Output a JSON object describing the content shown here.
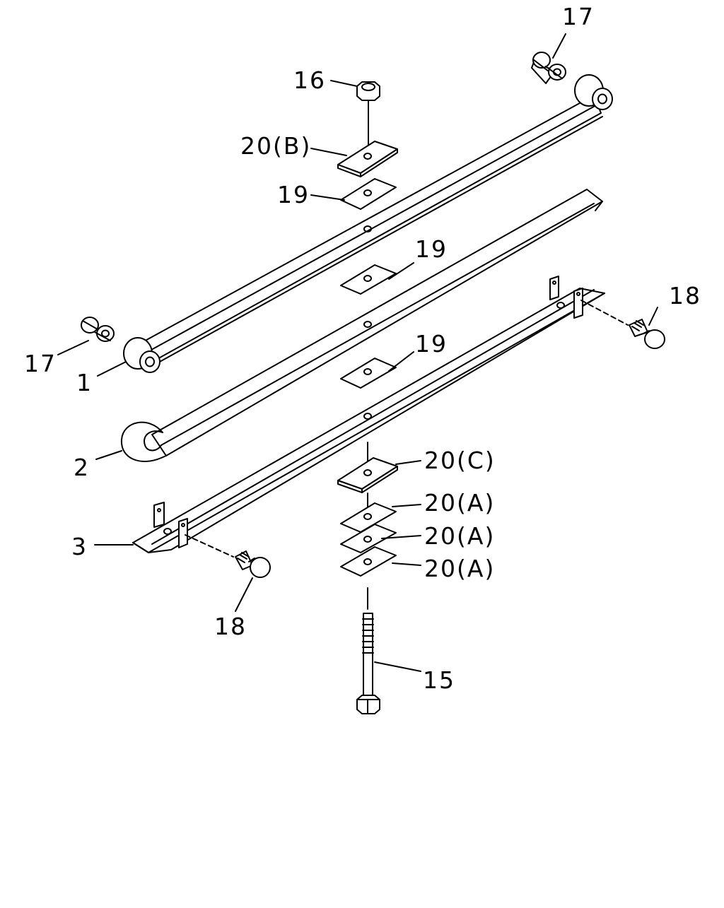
{
  "diagram": {
    "callouts": {
      "c17_top": "17",
      "c16": "16",
      "c20b": "20(B)",
      "c19_top": "19",
      "c19_mid": "19",
      "c18_right": "18",
      "c17_left": "17",
      "c1": "1",
      "c19_low": "19",
      "c2": "2",
      "c20c": "20(C)",
      "c20a_1": "20(A)",
      "c20a_2": "20(A)",
      "c20a_3": "20(A)",
      "c3": "3",
      "c18_left": "18",
      "c15": "15"
    },
    "colors": {
      "line": "#000000",
      "background": "#ffffff"
    }
  }
}
